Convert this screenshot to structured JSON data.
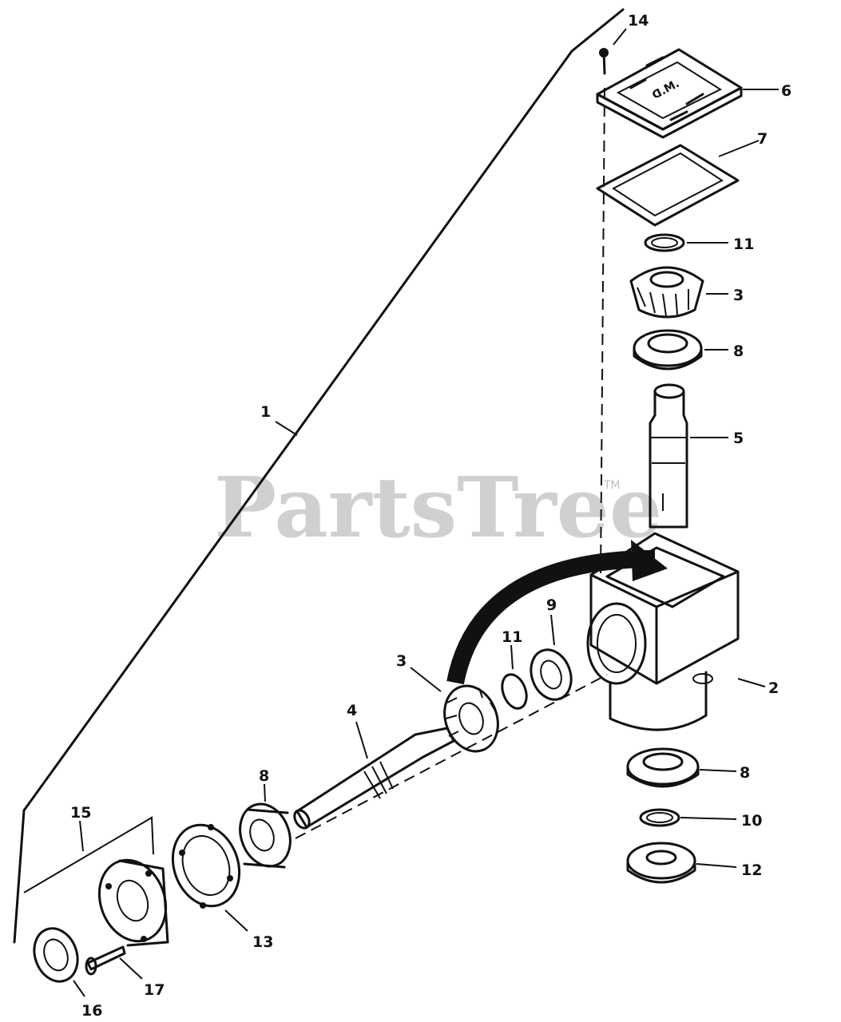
{
  "watermark": {
    "brand": "PartsTree",
    "trademark": "TM"
  },
  "callouts": [
    {
      "id": "c1",
      "text": "1"
    },
    {
      "id": "c2",
      "text": "2"
    },
    {
      "id": "c3a",
      "text": "3"
    },
    {
      "id": "c3b",
      "text": "3"
    },
    {
      "id": "c4",
      "text": "4"
    },
    {
      "id": "c5",
      "text": "5"
    },
    {
      "id": "c6",
      "text": "6"
    },
    {
      "id": "c7",
      "text": "7"
    },
    {
      "id": "c8a",
      "text": "8"
    },
    {
      "id": "c8b",
      "text": "8"
    },
    {
      "id": "c8c",
      "text": "8"
    },
    {
      "id": "c9",
      "text": "9"
    },
    {
      "id": "c10",
      "text": "10"
    },
    {
      "id": "c11a",
      "text": "11"
    },
    {
      "id": "c11b",
      "text": "11"
    },
    {
      "id": "c12",
      "text": "12"
    },
    {
      "id": "c13",
      "text": "13"
    },
    {
      "id": "c14",
      "text": "14"
    },
    {
      "id": "c15",
      "text": "15"
    },
    {
      "id": "c16",
      "text": "16"
    },
    {
      "id": "c17",
      "text": "17"
    }
  ]
}
